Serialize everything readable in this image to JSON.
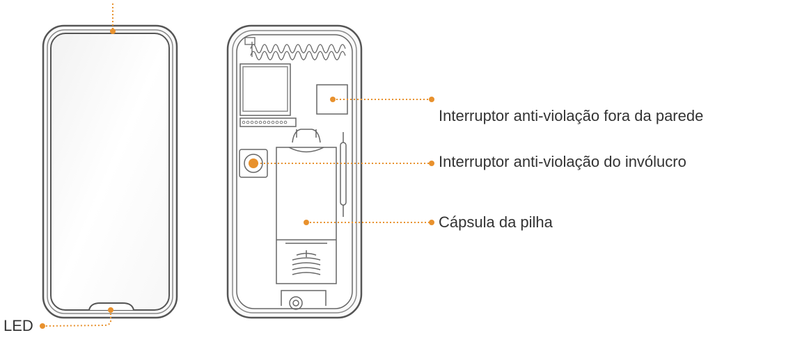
{
  "labels": {
    "led": "LED",
    "tamper_outside_wall": "Interruptor anti-violação fora da parede",
    "tamper_casing": "Interruptor anti-violação do invólucro",
    "battery_compartment": "Cápsula da pilha"
  },
  "colors": {
    "callout": "#E8912D",
    "outline": "#555555",
    "text": "#333333"
  }
}
